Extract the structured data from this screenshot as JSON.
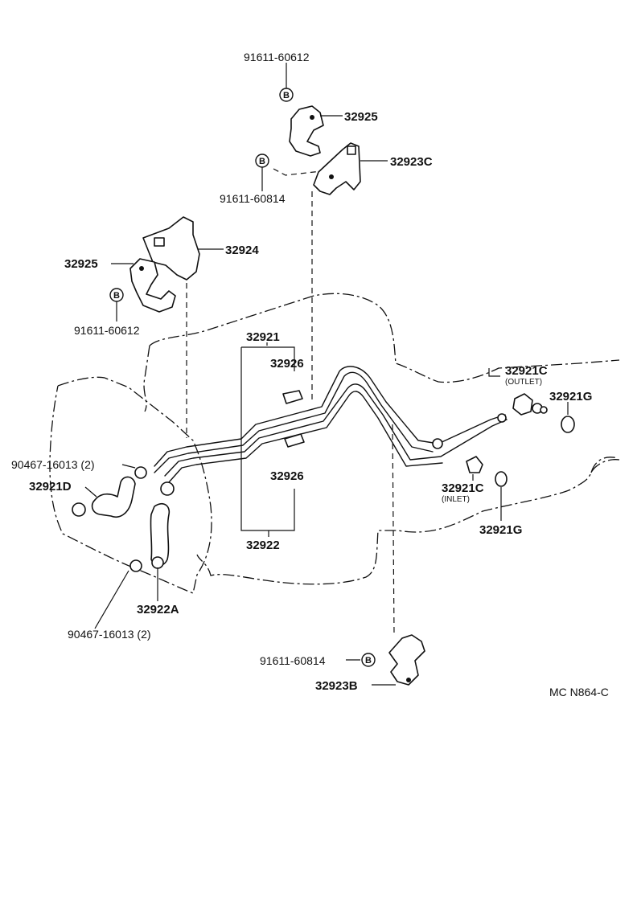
{
  "labels": {
    "bolt_top": "91611-60612",
    "bracket_top": "32925",
    "bracket_c": "32923C",
    "bolt_c": "91611-60814",
    "bracket_32924": "32924",
    "bracket_left": "32925",
    "bolt_left": "91611-60612",
    "tube_upper": "32921",
    "sleeve_upper": "32926",
    "outlet_union": "32921C",
    "outlet_note": "(OUTLET)",
    "gasket_outlet": "32921G",
    "clamp_upper": "90467-16013 (2)",
    "hose_d": "32921D",
    "sleeve_lower": "32926",
    "inlet_union": "32921C",
    "inlet_note": "(INLET)",
    "gasket_inlet": "32921G",
    "tube_lower": "32922",
    "hose_a": "32922A",
    "clamp_lower": "90467-16013 (2)",
    "bolt_b": "91611-60814",
    "bracket_b": "32923B",
    "diagram_code": "MC N864-C"
  },
  "marker": "B"
}
